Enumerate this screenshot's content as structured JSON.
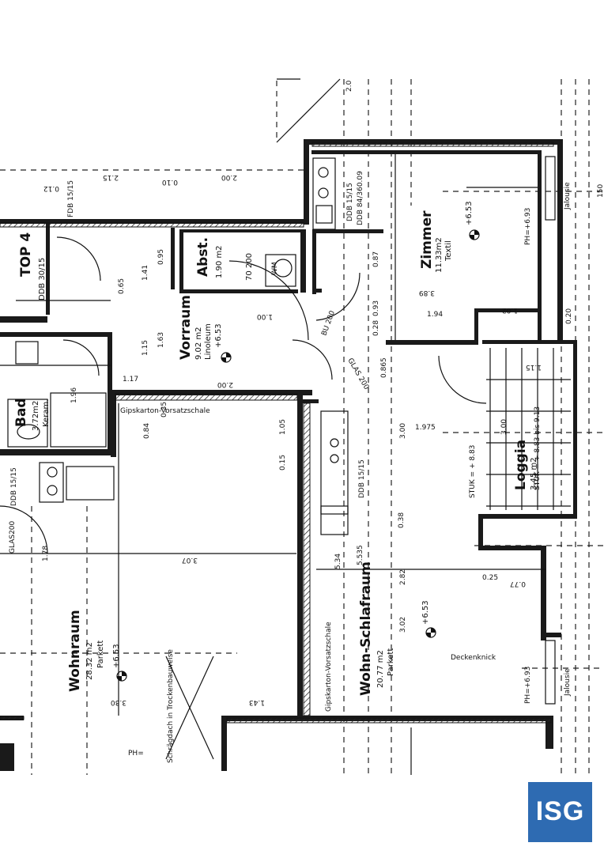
{
  "rooms": {
    "top": "TOP 4",
    "top_dim": "DDB 30/15",
    "abst_name": "Abst.",
    "abst_area": "1.90 m2",
    "vorraum_name": "Vorraum",
    "vorraum_area": "9.02 m2",
    "vorraum_floor": "Linoleum",
    "vorraum_level": "+6.53",
    "bad_name": "Bad",
    "bad_area": "3.72m2",
    "bad_floor": "Keram.",
    "zimmer_name": "Zimmer",
    "zimmer_area": "11.33m2",
    "zimmer_floor": "Textil",
    "zimmer_level": "+6.53",
    "wohnraum_name": "Wohnraum",
    "wohnraum_area": "28.32 m2",
    "wohnraum_floor": "Parkett",
    "wohnraum_level": "+6.53",
    "wohnschlaf_name": "Wohn-Schlafraum",
    "wohnschlaf_area": "20.77 m2",
    "wohnschlaf_floor": "Parkett",
    "wohnschlaf_level": "+6.53",
    "loggia_name": "Loggia",
    "loggia_area": "3.45 m2"
  },
  "labels": {
    "gips_top": "Gipskarton-Vorsatzschale",
    "gips_side": "Gipskarton-Vorsatzschale",
    "schraeg": "Schrägdach in Trockenbauweise",
    "deckenknick": "Deckenknick",
    "jalousie_top": "Jalousie",
    "jalousie_bottom": "Jalousie",
    "stuk_1": "STUK = + 8.83",
    "stuk_2": "STUK = + 8.83 bis 9.13",
    "ph_top": "PH=+6.93",
    "ph_bottom": "PH=+6.93",
    "ph_left": "PH=",
    "ddb_zimmer": "DDB 15/15",
    "ddb_zimmer2": "DDB 84/360.09",
    "ddb_wohn": "DDB 15/15",
    "ddb_left": "DDB 15/15",
    "fdb": "FDB 15/15",
    "glas_left": "GLAS200",
    "glas_mid": "GLAS 200",
    "bu": "BU 200",
    "wm": "WM",
    "abst_door": "70 200"
  },
  "dims": {
    "d_2_15": "2.15",
    "d_2_00_top": "2.00",
    "d_0_12": "0.12",
    "d_0_10": "0.10",
    "d_1_41": "1.41",
    "d_0_95": "0.95",
    "d_0_65": "0.65",
    "d_1_63": "1.63",
    "d_1_15": "1.15",
    "d_1_17": "1.17",
    "d_2_00": "2.00",
    "d_3_07": "3.07",
    "d_1_43": "1.43",
    "d_3_30": "3.30",
    "d_5_34": "5.34",
    "d_5_535": "5.535",
    "d_3_00": "3.00",
    "d_1_975": "1.975",
    "d_2_82": "2.82",
    "d_3_02": "3.02",
    "d_0_38": "0.38",
    "d_0_865": "0.865",
    "d_3_89": "3.89",
    "d_1_02": "1.02",
    "d_1_94": "1.94",
    "d_0_77": "0.77",
    "d_0_25": "0.25",
    "d_1_15b": "1.15",
    "d_3_00b": "3.00",
    "d_0_87": "0.87",
    "d_0_93": "0.93",
    "d_0_28": "0.28",
    "d_1_78": "1.78",
    "d_1_96": "1.96",
    "d_2_0": "2.0",
    "d_1_00": "1.00",
    "d_0_84": "0.84",
    "d_1_05": "1.05",
    "d_0_15": "0.15",
    "d_0_35": "0.35",
    "d_0_20": "0.20",
    "d_1_50": "150"
  },
  "brand": {
    "logo_text": "ISG",
    "logo_color": "#2e6bb2"
  }
}
